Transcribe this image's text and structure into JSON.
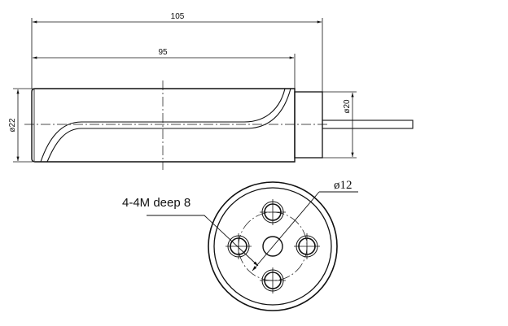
{
  "dimensions": {
    "overall_length": "105",
    "body_length": "95",
    "body_diameter": "ø22",
    "hub_diameter": "ø20",
    "bolt_circle_diameter": "ø12"
  },
  "annotations": {
    "thread_note": "4-4M deep 8"
  }
}
